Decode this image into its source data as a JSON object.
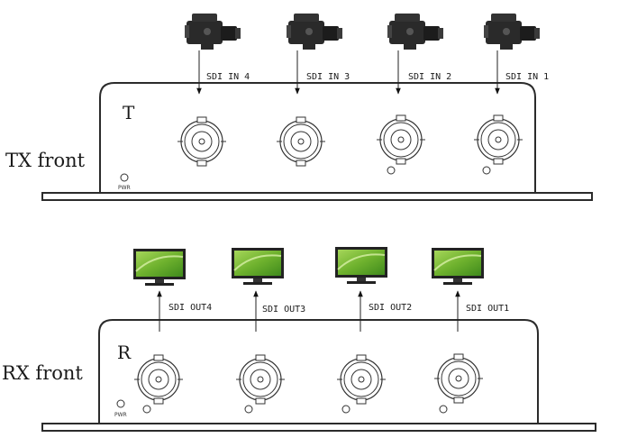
{
  "tx": {
    "section_label": "TX front",
    "panel_letter": "T",
    "pwr_label": "PWR",
    "ports": [
      {
        "label": "SDI IN 4"
      },
      {
        "label": "SDI IN 3"
      },
      {
        "label": "SDI IN 2"
      },
      {
        "label": "SDI IN 1"
      }
    ],
    "source_icon": "video-camera-icon"
  },
  "rx": {
    "section_label": "RX front",
    "panel_letter": "R",
    "pwr_label": "PWR",
    "ports": [
      {
        "label": "SDI OUT4"
      },
      {
        "label": "SDI OUT3"
      },
      {
        "label": "SDI OUT2"
      },
      {
        "label": "SDI OUT1"
      }
    ],
    "display_icon": "monitor-icon"
  },
  "colors": {
    "outline": "#2b2b2b",
    "screen_green": "#7fbf3a",
    "camera_body": "#2a2a2a"
  }
}
